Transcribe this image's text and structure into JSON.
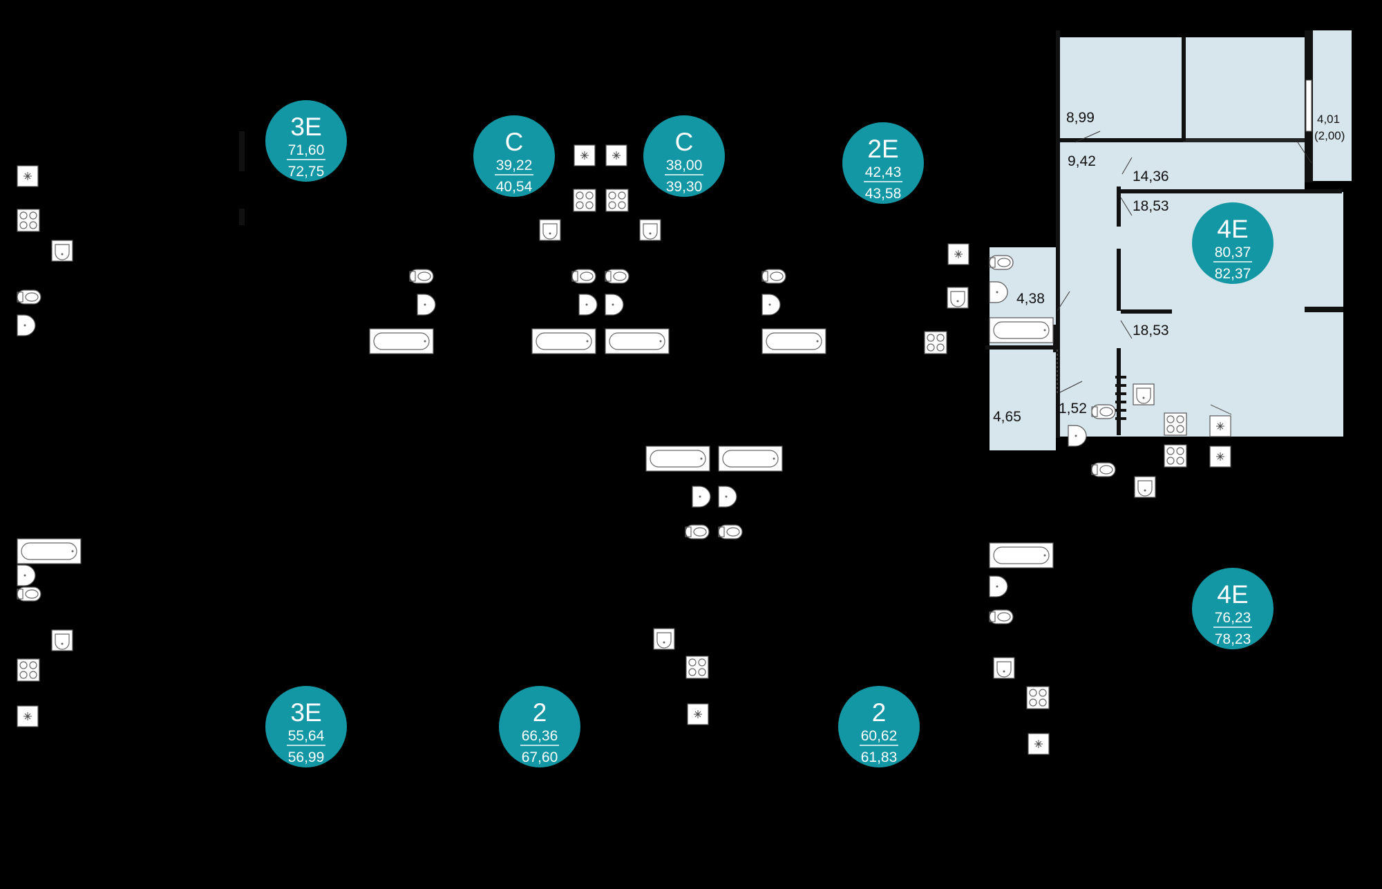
{
  "colors": {
    "background": "#000000",
    "badge": "#1497a4",
    "room_fill": "#d7e5ec",
    "wall": "#111111",
    "fixture": "#ffffff"
  },
  "badges": [
    {
      "type": "3E",
      "living": "71,60",
      "total": "72,75"
    },
    {
      "type": "C",
      "living": "39,22",
      "total": "40,54"
    },
    {
      "type": "C",
      "living": "38,00",
      "total": "39,30"
    },
    {
      "type": "2E",
      "living": "42,43",
      "total": "43,58"
    },
    {
      "type": "4E",
      "living": "80,37",
      "total": "82,37"
    },
    {
      "type": "4E",
      "living": "76,23",
      "total": "78,23"
    },
    {
      "type": "3E",
      "living": "55,64",
      "total": "56,99"
    },
    {
      "type": "2",
      "living": "66,36",
      "total": "67,60"
    },
    {
      "type": "2",
      "living": "60,62",
      "total": "61,83"
    }
  ],
  "rooms": [
    {
      "area": "8,99"
    },
    {
      "area": "9,42"
    },
    {
      "area": "14,36"
    },
    {
      "area": "18,53"
    },
    {
      "area": "4,01"
    },
    {
      "area": "(2,00)"
    },
    {
      "area": "4,38"
    },
    {
      "area": "18,53"
    },
    {
      "area": "4,65"
    },
    {
      "area": "1,52"
    }
  ],
  "icons": {
    "bathtub": "bathtub-icon",
    "sink": "sink-icon",
    "toilet": "toilet-icon",
    "stove": "stove-icon",
    "fan": "ventilation-icon",
    "kitchen_sink": "kitchen-sink-icon"
  }
}
